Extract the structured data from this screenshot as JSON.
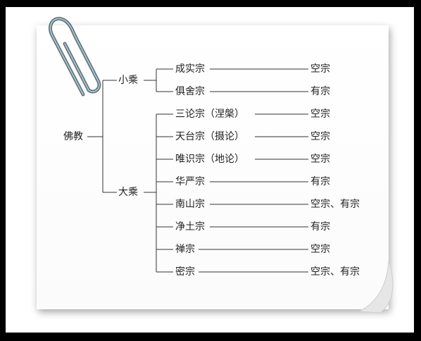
{
  "diagram": {
    "root": "佛教",
    "branches": [
      {
        "label": "小乘",
        "schools": [
          {
            "name": "成实宗",
            "category": "空宗"
          },
          {
            "name": "俱舍宗",
            "category": "有宗"
          }
        ]
      },
      {
        "label": "大乘",
        "schools": [
          {
            "name": "三论宗（涅槃）",
            "category": "空宗"
          },
          {
            "name": "天台宗（摄论）",
            "category": "空宗"
          },
          {
            "name": "唯识宗（地论）",
            "category": "空宗"
          },
          {
            "name": "华严宗",
            "category": "有宗"
          },
          {
            "name": "南山宗",
            "category": "空宗、有宗"
          },
          {
            "name": "净土宗",
            "category": "有宗"
          },
          {
            "name": "禅宗",
            "category": "空宗"
          },
          {
            "name": "密宗",
            "category": "空宗、有宗"
          }
        ]
      }
    ]
  },
  "colors": {
    "frame": "#000000",
    "line": "#333333",
    "clip": "#6d8590"
  },
  "icons": {
    "clip": "paperclip-icon"
  }
}
